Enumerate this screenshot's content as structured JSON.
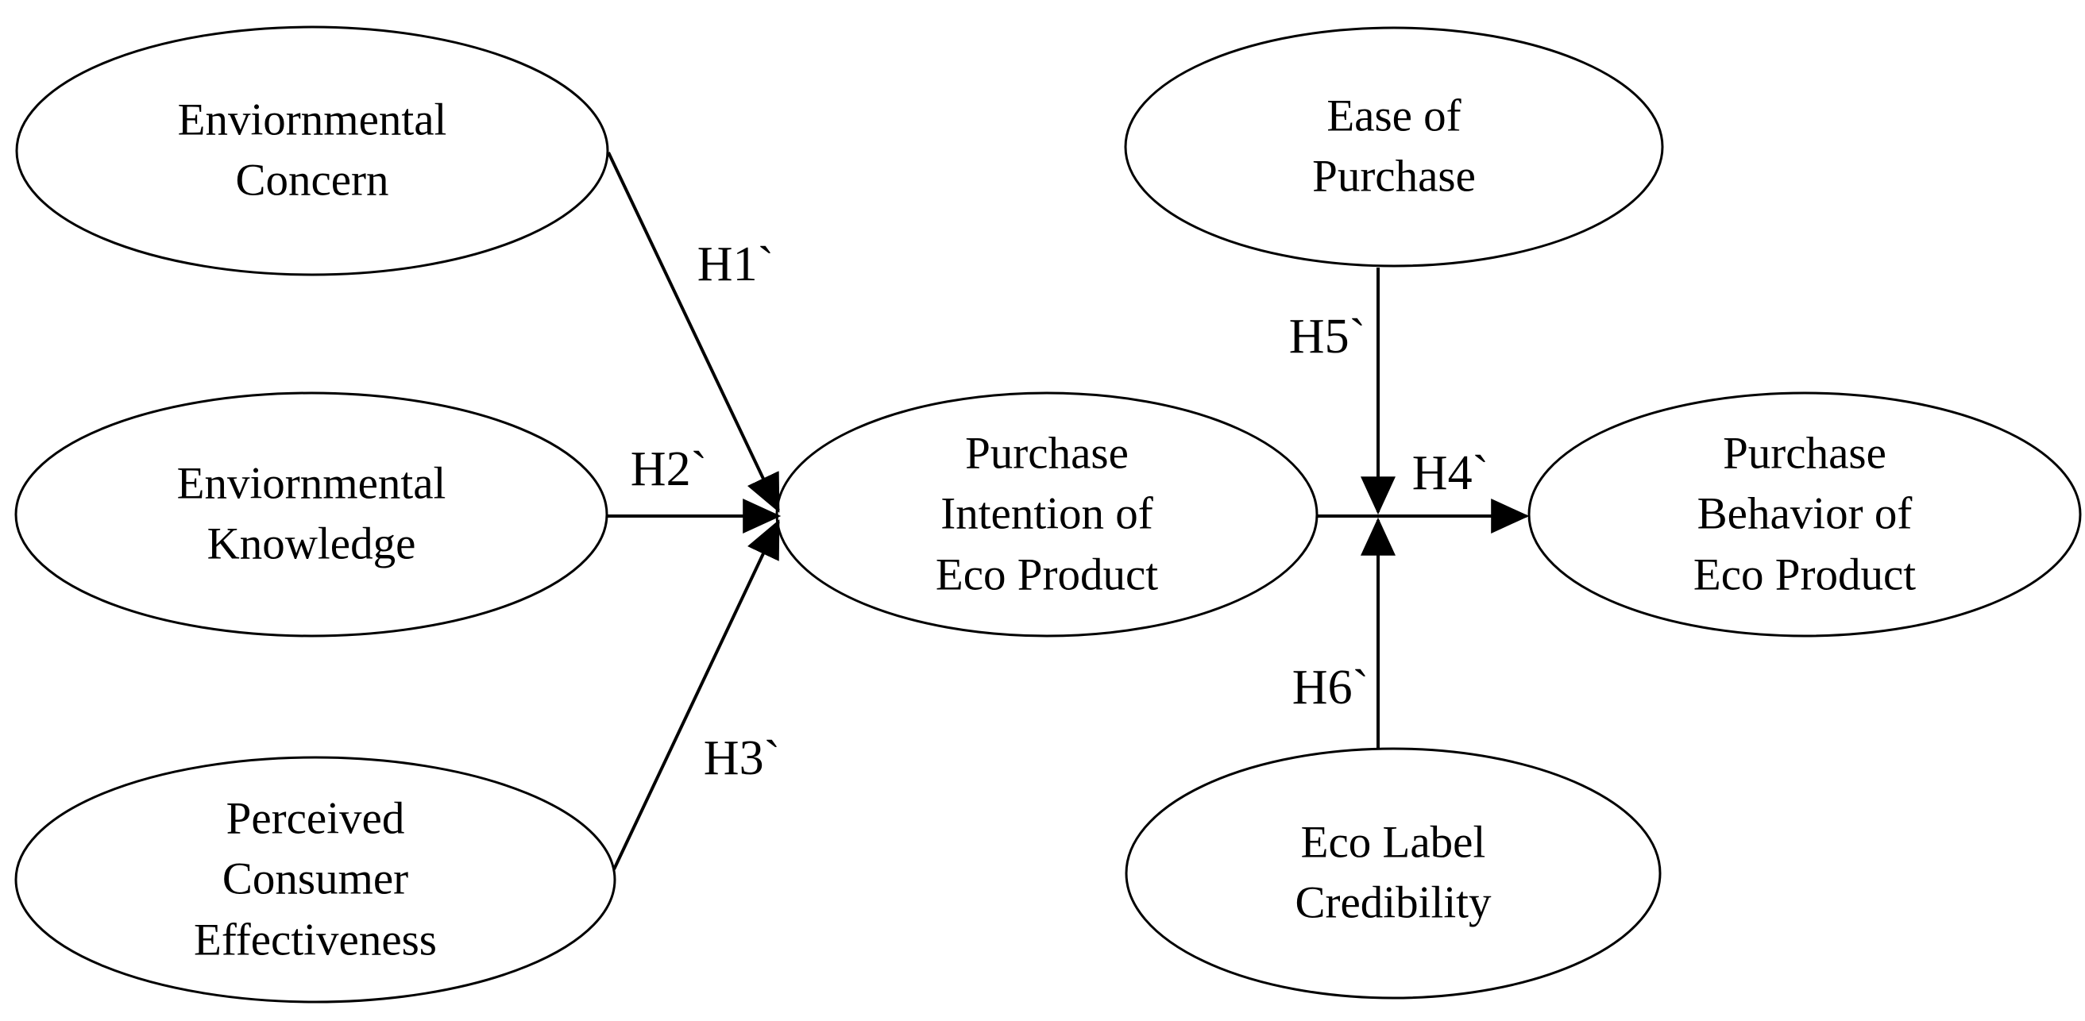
{
  "diagram": {
    "nodes": {
      "environmental_concern": {
        "lines": [
          "Enviornmental",
          "Concern"
        ]
      },
      "environmental_knowledge": {
        "lines": [
          "Enviornmental",
          "Knowledge"
        ]
      },
      "perceived_consumer_effectiveness": {
        "lines": [
          "Perceived",
          "Consumer",
          "Effectiveness"
        ]
      },
      "purchase_intention": {
        "lines": [
          "Purchase",
          "Intention of",
          "Eco Product"
        ]
      },
      "ease_of_purchase": {
        "lines": [
          "Ease of",
          "Purchase"
        ]
      },
      "eco_label_credibility": {
        "lines": [
          "Eco Label",
          "Credibility"
        ]
      },
      "purchase_behavior": {
        "lines": [
          "Purchase",
          "Behavior of",
          "Eco Product"
        ]
      }
    },
    "hypotheses": {
      "h1": "H1`",
      "h2": "H2`",
      "h3": "H3`",
      "h4": "H4`",
      "h5": "H5`",
      "h6": "H6`"
    },
    "colors": {
      "stroke": "#000000",
      "background": "#ffffff"
    }
  }
}
